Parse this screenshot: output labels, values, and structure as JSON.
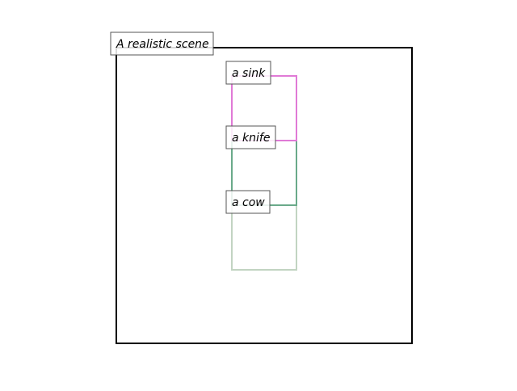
{
  "scene": {
    "label": "A realistic scene",
    "frame_color": "#000000"
  },
  "objects": [
    {
      "id": "sink",
      "label": "a sink",
      "color": "#e07ad6"
    },
    {
      "id": "knife",
      "label": "a knife",
      "color": "#6aaa8a"
    },
    {
      "id": "cow",
      "label": "a cow",
      "color": "#c2d4c2"
    }
  ]
}
